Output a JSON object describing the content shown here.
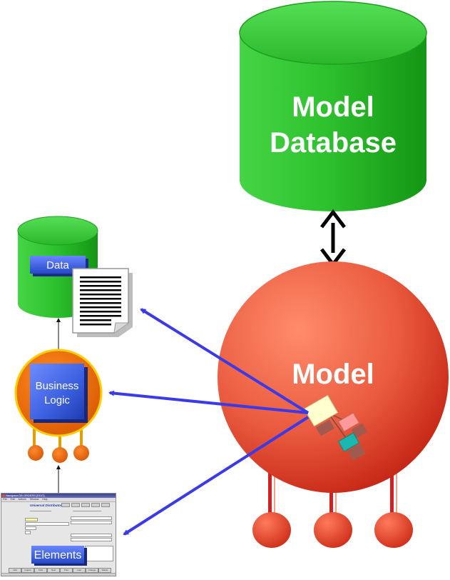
{
  "labels": {
    "model_database_line1": "Model",
    "model_database_line2": "Database",
    "model": "Model",
    "data": "Data",
    "business_logic_line1": "Business",
    "business_logic_line2": "Logic",
    "elements": "Elements"
  },
  "mini_form": {
    "title": "Navigator DB  ORDERS  [EDIT]",
    "menu": [
      "File",
      "Edit",
      "Actions",
      "Window",
      "Help"
    ],
    "heading": "Universal Distributors",
    "buttons": [
      "Add",
      "Inquire",
      "First",
      "Next",
      "Prior",
      "Last",
      "Change",
      "Delete"
    ]
  },
  "colors": {
    "cylinder_green": "#2ec22e",
    "model_red": "#e85a40",
    "business_logic_orange": "#ec6a00",
    "label_box_blue": "#3b5fe0",
    "arrow_blue": "#3a3ae8"
  }
}
